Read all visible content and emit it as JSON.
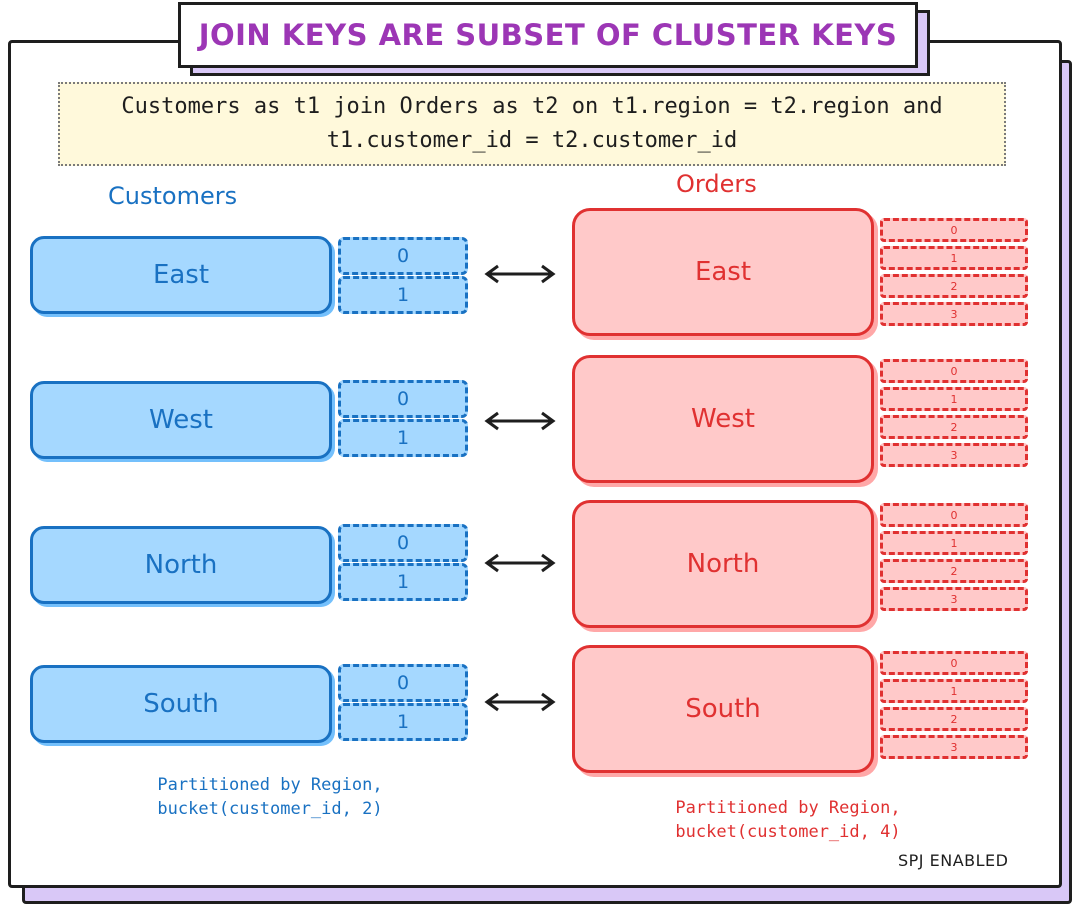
{
  "title": "JOIN KEYS ARE SUBSET OF CLUSTER KEYS",
  "query": {
    "line1": "Customers as t1 join Orders as t2 on t1.region = t2.region and",
    "line2": "t1.customer_id = t2.customer_id"
  },
  "customers": {
    "heading": "Customers",
    "regions": [
      "East",
      "West",
      "North",
      "South"
    ],
    "buckets": [
      "0",
      "1"
    ],
    "note_line1": "Partitioned by Region,",
    "note_line2": "bucket(customer_id, 2)"
  },
  "orders": {
    "heading": "Orders",
    "regions": [
      "East",
      "West",
      "North",
      "South"
    ],
    "buckets": [
      "0",
      "1",
      "2",
      "3"
    ],
    "note_line1": "Partitioned by Region,",
    "note_line2": "bucket(customer_id, 4)"
  },
  "badge": "SPJ ENABLED",
  "colors": {
    "customers_fill": "#a5d8ff",
    "customers_stroke": "#1971c2",
    "orders_fill": "#ffc9c9",
    "orders_stroke": "#e03131",
    "title": "#9c36b5",
    "shadow": "#d9c8f7",
    "query_bg": "#fff9db"
  }
}
